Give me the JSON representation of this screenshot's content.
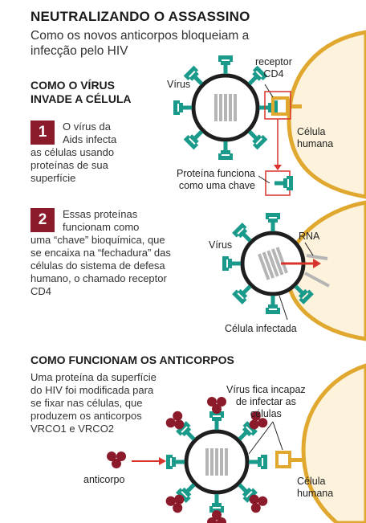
{
  "header": {
    "title": "NEUTRALIZANDO O ASSASSINO",
    "subtitle": "Como os novos anticorpos bloqueiam a infecção pelo HIV"
  },
  "section1": {
    "heading_line1": "COMO O VÍRUS",
    "heading_line2": "INVADE A CÉLULA",
    "step1": {
      "number": "1",
      "line1": "O vírus da",
      "line2": "Aids infecta",
      "rest": "as células usando proteínas de sua superfície"
    },
    "step2": {
      "number": "2",
      "line1": "Essas proteínas",
      "line2": "funcionam como",
      "rest": "uma “chave” bioquímica, que se encaixa na “fechadura” das células do sistema de defesa humano, o chamado receptor CD4"
    }
  },
  "diagram1": {
    "virus_label": "Vírus",
    "receptor_label_line1": "receptor",
    "receptor_label_line2": "CD4",
    "cell_label_line1": "Célula",
    "cell_label_line2": "humana",
    "key_label_line1": "Proteína funciona",
    "key_label_line2": "como uma chave"
  },
  "diagram2": {
    "virus_label": "Vírus",
    "rna_label": "RNA",
    "infected_label": "Célula infectada"
  },
  "section2": {
    "heading": "COMO FUNCIONAM OS ANTICORPOS",
    "text": "Uma proteína da superfície do HIV foi modificada para se fixar nas células, que produzem os anticorpos VRCO1 e VRCO2"
  },
  "diagram3": {
    "antibody_label": "anticorpo",
    "blocked_line1": "Vírus fica incapaz",
    "blocked_line2": "de infectar as",
    "blocked_line3": "células",
    "cell_label_line1": "Célula",
    "cell_label_line2": "humana"
  },
  "colors": {
    "teal": "#1a9a8a",
    "gold": "#e0a82e",
    "cell_fill": "#fdf3dc",
    "dark_red": "#8b1a2b",
    "arrow_red": "#d9342b",
    "grey": "#b5b5b5"
  }
}
